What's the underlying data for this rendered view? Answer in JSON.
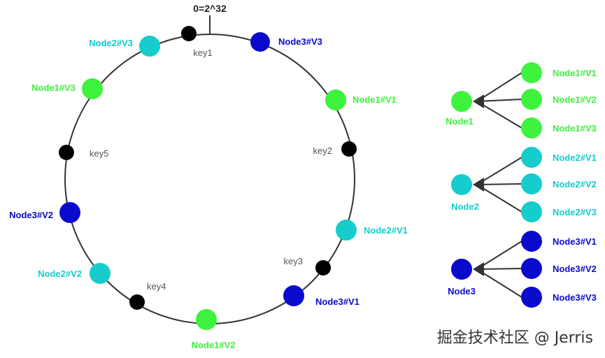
{
  "colors": {
    "node1": "#3df33d",
    "node2": "#16cccc",
    "node3": "#0a0acc",
    "key": "#000000",
    "ring": "#333333",
    "arrow": "#333333"
  },
  "ring": {
    "top_label": "0=2^32",
    "virtual_nodes": [
      {
        "name": "node3-v3-ring",
        "label": "Node3#V3",
        "group": "node3"
      },
      {
        "name": "node1-v1-ring",
        "label": "Node1#V1",
        "group": "node1"
      },
      {
        "name": "node2-v1-ring",
        "label": "Node2#V1",
        "group": "node2"
      },
      {
        "name": "node3-v1-ring",
        "label": "Node3#V1",
        "group": "node3"
      },
      {
        "name": "node1-v2-ring",
        "label": "Node1#V2",
        "group": "node1"
      },
      {
        "name": "node2-v2-ring",
        "label": "Node2#V2",
        "group": "node2"
      },
      {
        "name": "node3-v2-ring",
        "label": "Node3#V2",
        "group": "node3"
      },
      {
        "name": "node1-v3-ring",
        "label": "Node1#V3",
        "group": "node1"
      },
      {
        "name": "node2-v3-ring",
        "label": "Node2#V3",
        "group": "node2"
      }
    ],
    "keys": [
      {
        "name": "key1",
        "label": "key1"
      },
      {
        "name": "key2",
        "label": "key2"
      },
      {
        "name": "key3",
        "label": "key3"
      },
      {
        "name": "key4",
        "label": "key4"
      },
      {
        "name": "key5",
        "label": "key5"
      }
    ]
  },
  "legend": {
    "groups": [
      {
        "name": "node1",
        "label": "Node1",
        "group": "node1",
        "children": [
          "Node1#V1",
          "Node1#V2",
          "Node1#V3"
        ]
      },
      {
        "name": "node2",
        "label": "Node2",
        "group": "node2",
        "children": [
          "Node2#V1",
          "Node2#V2",
          "Node2#V3"
        ]
      },
      {
        "name": "node3",
        "label": "Node3",
        "group": "node3",
        "children": [
          "Node3#V1",
          "Node3#V2",
          "Node3#V3"
        ]
      }
    ]
  },
  "watermark": "掘金技术社区 @ Jerris"
}
